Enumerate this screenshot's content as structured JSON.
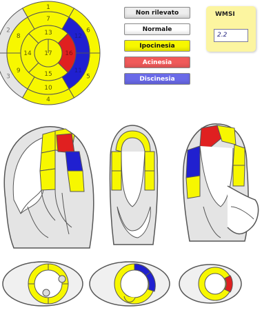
{
  "bullseye": {
    "segments": [
      {
        "id": "1",
        "status": "hypokinesis"
      },
      {
        "id": "2",
        "status": "not_detected"
      },
      {
        "id": "3",
        "status": "not_detected"
      },
      {
        "id": "4",
        "status": "hypokinesis"
      },
      {
        "id": "5",
        "status": "hypokinesis"
      },
      {
        "id": "6",
        "status": "hypokinesis"
      },
      {
        "id": "7",
        "status": "hypokinesis"
      },
      {
        "id": "8",
        "status": "hypokinesis"
      },
      {
        "id": "9",
        "status": "hypokinesis"
      },
      {
        "id": "10",
        "status": "hypokinesis"
      },
      {
        "id": "11",
        "status": "dyskinesis"
      },
      {
        "id": "12",
        "status": "dyskinesis"
      },
      {
        "id": "13",
        "status": "hypokinesis"
      },
      {
        "id": "14",
        "status": "hypokinesis"
      },
      {
        "id": "15",
        "status": "hypokinesis"
      },
      {
        "id": "16",
        "status": "akinesis"
      },
      {
        "id": "17",
        "status": "hypokinesis"
      }
    ]
  },
  "legend": {
    "not_detected": {
      "label": "Non rilevato",
      "color": "#eeeeee",
      "text_color": "#111111"
    },
    "normal": {
      "label": "Normale",
      "color": "#ffffff",
      "text_color": "#111111"
    },
    "hypokinesis": {
      "label": "Ipocinesia",
      "color": "#f7f700",
      "text_color": "#111111"
    },
    "akinesis": {
      "label": "Acinesia",
      "color": "#f05a5a",
      "text_color": "#ffffff"
    },
    "dyskinesis": {
      "label": "Discinesia",
      "color": "#6a6ae8",
      "text_color": "#ffffff"
    }
  },
  "wmsi": {
    "title": "WMSI",
    "value": "2.2"
  },
  "colors": {
    "segment_yellow": "#f7f700",
    "segment_red": "#e02020",
    "segment_blue": "#2020d0",
    "segment_grey": "#e4e4e4",
    "outline": "#555555"
  }
}
